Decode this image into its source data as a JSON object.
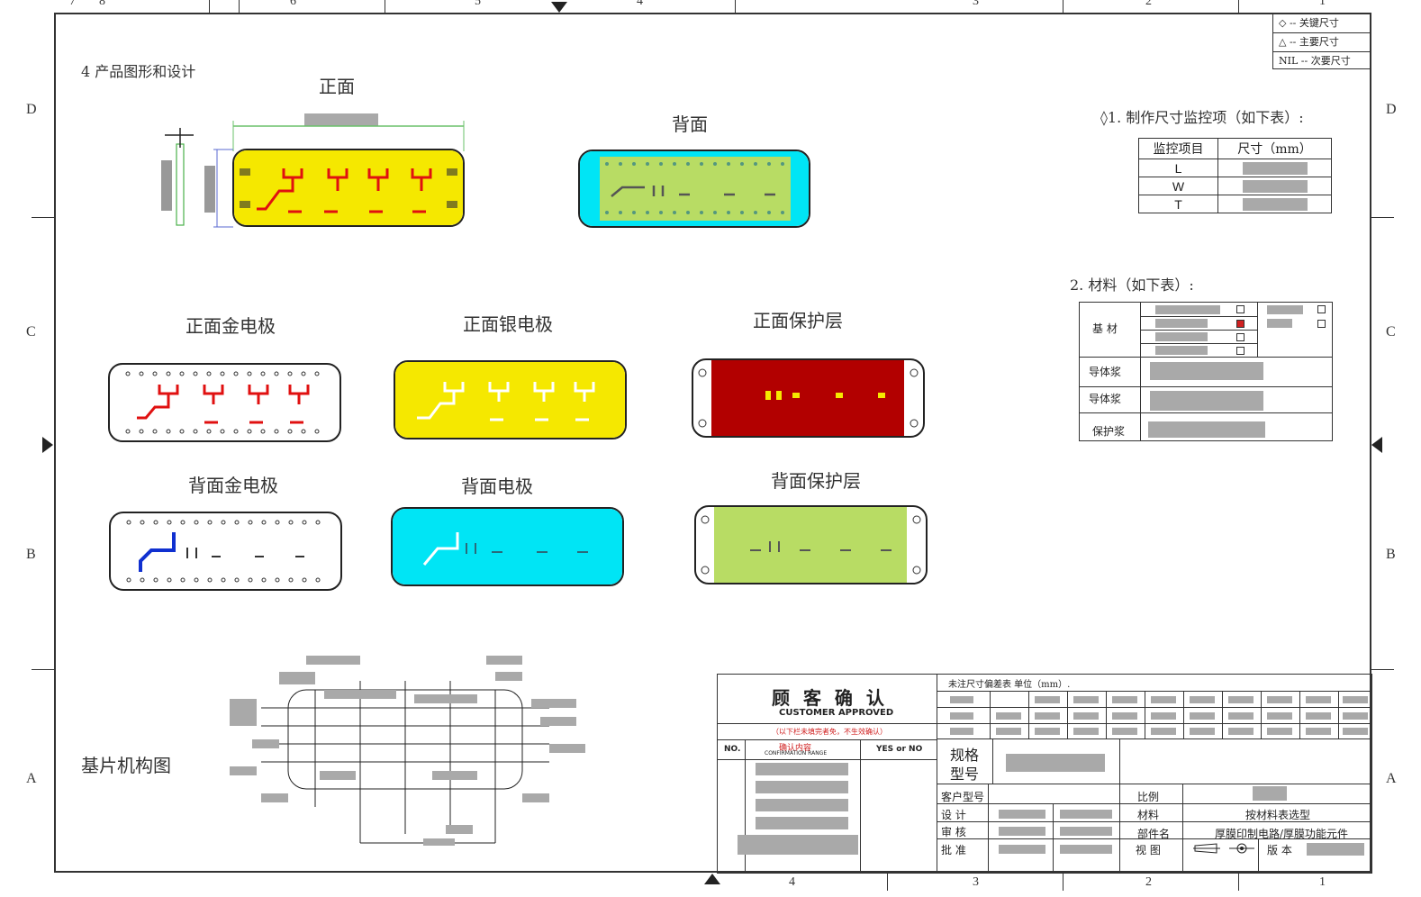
{
  "sheet": {
    "col_numbers_top": [
      "7",
      "8",
      "6",
      "5",
      "4",
      "3",
      "2",
      "1"
    ],
    "col_numbers_bottom": [
      "4",
      "3",
      "2",
      "1"
    ],
    "row_letters": [
      "D",
      "C",
      "B",
      "A"
    ]
  },
  "legend": {
    "key": "◇ -- 关键尺寸",
    "main": "△ -- 主要尺寸",
    "minor": "NIL -- 次要尺寸"
  },
  "section_title": "4  产品图形和设计",
  "views": {
    "front": "正面",
    "back": "背面",
    "front_gold": "正面金电极",
    "front_silver": "正面银电极",
    "front_protect": "正面保护层",
    "back_gold": "背面金电极",
    "back_electrode": "背面电极",
    "back_protect": "背面保护层",
    "substrate": "基片机构图"
  },
  "dim_monitor": {
    "title": "◊1. 制作尺寸监控项（如下表）:",
    "header_item": "监控项目",
    "header_size": "尺寸（mm）",
    "rows": [
      "L",
      "W",
      "T"
    ]
  },
  "materials": {
    "title": "2. 材料（如下表）:",
    "substrate": "基 材",
    "conductor1": "导体浆",
    "conductor2": "导体浆",
    "protect": "保护浆"
  },
  "title_block": {
    "customer_confirm": "顾 客 确 认",
    "customer_approved": "CUSTOMER APPROVED",
    "note": "（以下栏未填完者免，不生效确认）",
    "col_no": "NO.",
    "col_confirm": "确认内容",
    "col_confirm_en": "CONFIRMATION RANGE",
    "col_yes_no": "YES or NO",
    "tolerance_title": "未注尺寸偏差表  单位（mm）.",
    "spec_model": "规格\n型号",
    "spec_line1": "规格",
    "spec_line2": "型号",
    "customer_model": "客户型号",
    "ratio": "比例",
    "design": "设  计",
    "material": "材料",
    "material_value": "按材料表选型",
    "review": "审  核",
    "part_name": "部件名",
    "part_name_value": "厚膜印制电路/厚膜功能元件",
    "approve": "批  准",
    "view": "视 图",
    "version": "版 本"
  },
  "colors": {
    "yellow": "#f5e800",
    "cyan": "#00e5f5",
    "red": "#b20000",
    "green": "#b8dc64",
    "trace_red": "#e01010",
    "trace_blue": "#1030d0"
  }
}
